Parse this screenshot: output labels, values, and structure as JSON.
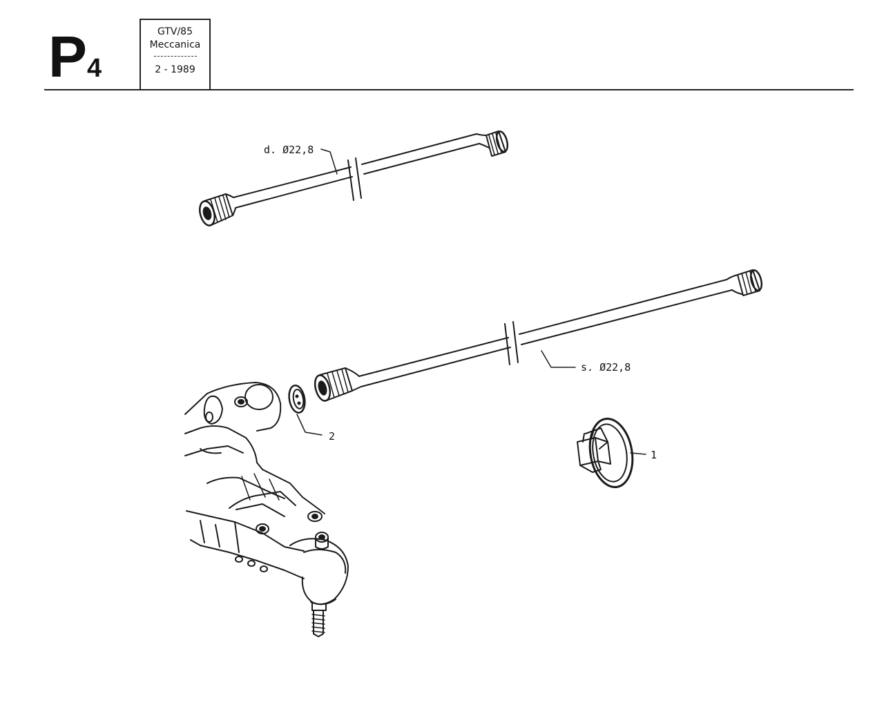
{
  "header": {
    "section_letter": "P",
    "section_number": "4",
    "model": "GTV/85",
    "group": "Meccanica",
    "date": "2 - 1989"
  },
  "diagram": {
    "labels": {
      "right_bar": "d. Ø22,8",
      "left_bar": "s. Ø22,8",
      "part_1": "1",
      "part_2": "2"
    }
  }
}
